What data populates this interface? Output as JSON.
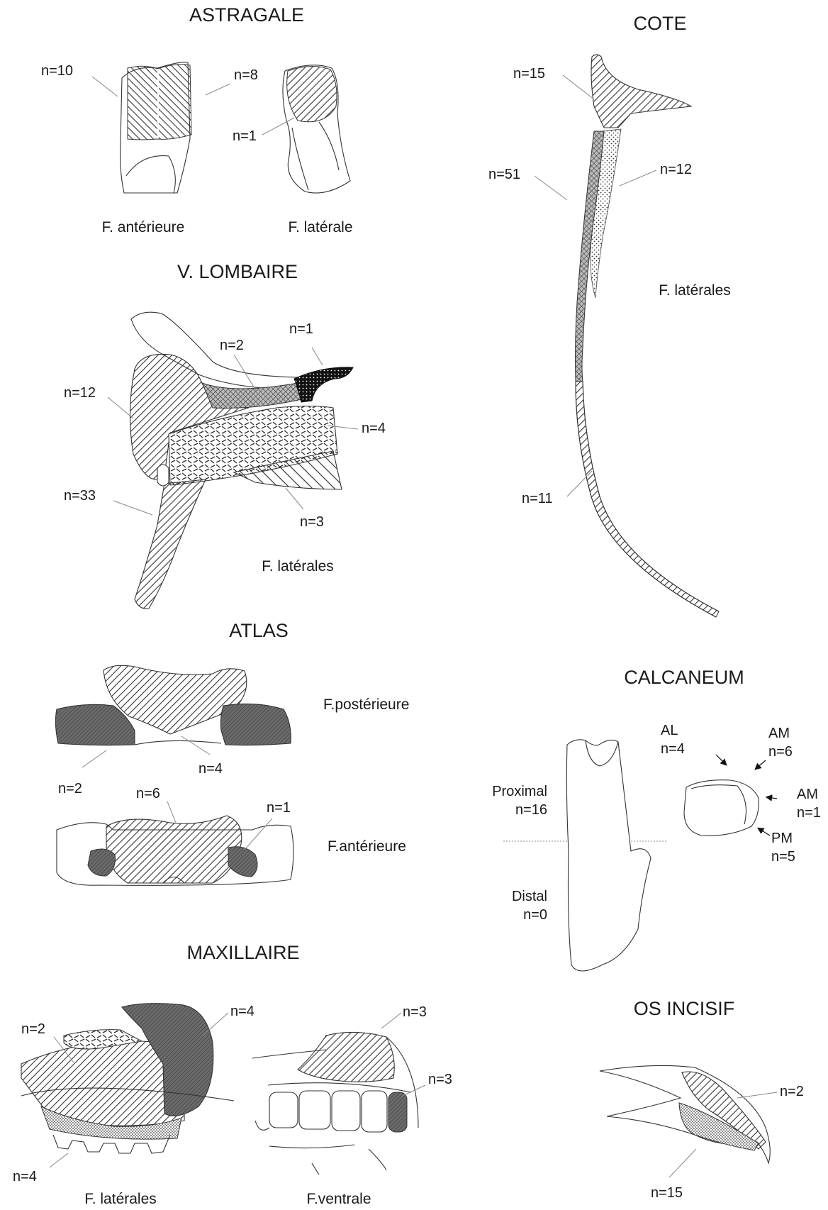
{
  "sections": {
    "astragale": {
      "title": "ASTRAGALE",
      "n_anterior": "n=10",
      "n_anterior_right": "n=8",
      "n_lateral": "n=1",
      "face_anterior": "F. antérieure",
      "face_lateral": "F. latérale"
    },
    "cote": {
      "title": "COTE",
      "n_head": "n=15",
      "n_shaft": "n=51",
      "n_inner": "n=12",
      "n_distal": "n=11",
      "face": "F. latérales"
    },
    "lombaire": {
      "title": "V. LOMBAIRE",
      "n_1": "n=1",
      "n_2": "n=2",
      "n_12": "n=12",
      "n_4": "n=4",
      "n_33": "n=33",
      "n_3": "n=3",
      "face": "F. latérales"
    },
    "atlas": {
      "title": "ATLAS",
      "face_posterior": "F.postérieure",
      "face_anterior": "F.antérieure",
      "n_post_4": "n=4",
      "n_post_2": "n=2",
      "n_ant_6": "n=6",
      "n_ant_1": "n=1"
    },
    "calcaneum": {
      "title": "CALCANEUM",
      "proximal": "Proximal",
      "proximal_n": "n=16",
      "distal": "Distal",
      "distal_n": "n=0",
      "al": "AL",
      "al_n": "n=4",
      "am_top": "AM",
      "am_top_n": "n=6",
      "am_right": "AM",
      "am_right_n": "n=1",
      "pm": "PM",
      "pm_n": "n=5"
    },
    "maxillaire": {
      "title": "MAXILLAIRE",
      "n_2": "n=2",
      "n_4_top": "n=4",
      "n_4_bottom": "n=4",
      "face_lateral": "F. latérales",
      "n_3_top": "n=3",
      "n_3_right": "n=3",
      "face_ventral": "F.ventrale"
    },
    "os_incisif": {
      "title": "OS INCISIF",
      "n_2": "n=2",
      "n_15": "n=15",
      "face": ""
    }
  }
}
